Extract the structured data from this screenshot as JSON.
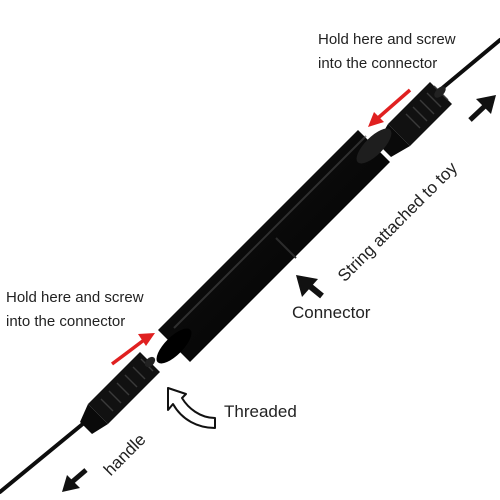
{
  "labels": {
    "top_instruction_line1": "Hold here and screw",
    "top_instruction_line2": "into the connector",
    "bottom_instruction_line1": "Hold here and screw",
    "bottom_instruction_line2": "into the connector",
    "string_label": "String attached to toy",
    "connector_label": "Connector",
    "threaded_label": "Threaded",
    "handle_label": "handle"
  },
  "colors": {
    "rod": "#0d0d0d",
    "text": "#222222",
    "red_arrow": "#e02020",
    "black_arrow": "#111111"
  },
  "icons": {
    "threaded_arrow": "curved-outline-arrow"
  }
}
